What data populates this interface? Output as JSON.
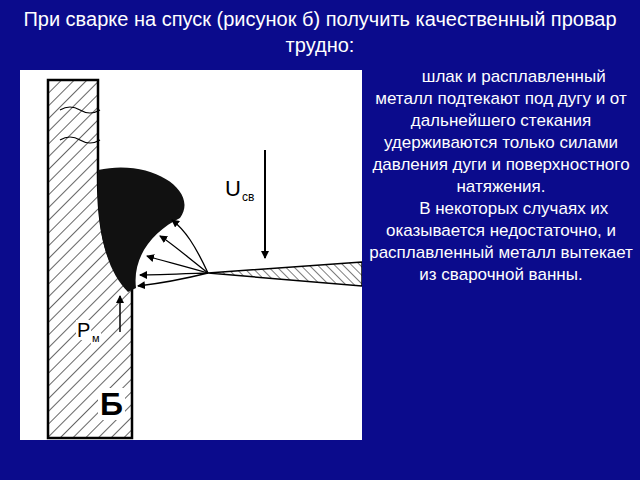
{
  "diagram": {
    "title": "При сварке на спуск (рисунок б) получить качественный провар трудно:",
    "labels": [
      "U",
      "св",
      "P",
      "м",
      "Б",
      "шлак и расплавленный металл подтекают под дугу и от дальнейшего стекания удерживаются только силами давления дуги и поверхностного натяжения.",
      "В некоторых случаях их оказывается недостаточно, и расплавленный металл вытекает из сварочной ванны."
    ]
  }
}
